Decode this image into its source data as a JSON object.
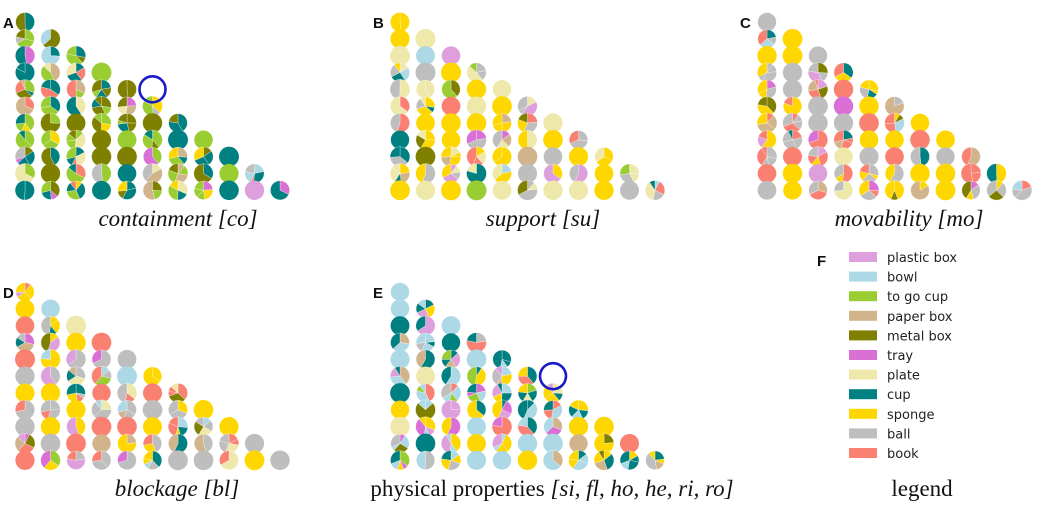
{
  "chart_data": {
    "type": "pie-grid",
    "panels": [
      {
        "label": "A",
        "caption_main": "containment",
        "caption_sym": "[co]",
        "highlight": [
          4,
          5
        ],
        "fills": "mixed"
      },
      {
        "label": "B",
        "caption_main": "support",
        "caption_sym": "[su]",
        "fills": "mixed"
      },
      {
        "label": "C",
        "caption_main": "movability",
        "caption_sym": "[mo]",
        "fills": "mixed"
      },
      {
        "label": "D",
        "caption_main": "blockage",
        "caption_sym": "[bl]",
        "fills": "mixed"
      },
      {
        "label": "E",
        "caption_main": "physical properties",
        "caption_sym": "[si, fl, ho, he, ri, ro]",
        "highlight": [
          5,
          6
        ],
        "fills": "mixed"
      }
    ],
    "legend": {
      "label": "F",
      "title": "legend",
      "items": [
        {
          "name": "plastic box",
          "color": "#dda0dd"
        },
        {
          "name": "bowl",
          "color": "#add8e6"
        },
        {
          "name": "to go cup",
          "color": "#9acd32"
        },
        {
          "name": "paper box",
          "color": "#d2b48c"
        },
        {
          "name": "metal box",
          "color": "#808000"
        },
        {
          "name": "tray",
          "color": "#da70d6"
        },
        {
          "name": "plate",
          "color": "#eee8aa"
        },
        {
          "name": "cup",
          "color": "#008080"
        },
        {
          "name": "sponge",
          "color": "#ffd700"
        },
        {
          "name": "ball",
          "color": "#bebebe"
        },
        {
          "name": "book",
          "color": "#fa8072"
        }
      ]
    }
  }
}
